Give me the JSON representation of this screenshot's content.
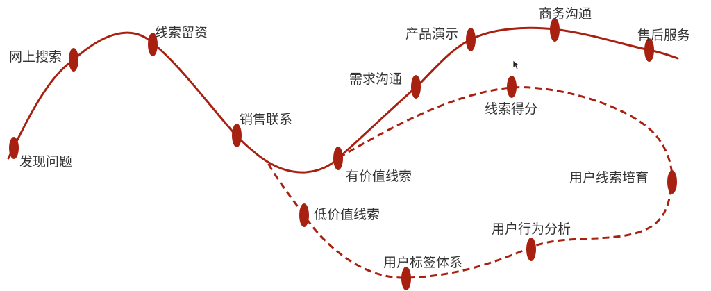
{
  "colors": {
    "curve": "#a8200f",
    "node": "#a8200f",
    "text": "#333333",
    "background": "#ffffff"
  },
  "main_path": {
    "style": "solid",
    "stages": [
      {
        "id": "discover",
        "label": "发现问题"
      },
      {
        "id": "search",
        "label": "网上搜索"
      },
      {
        "id": "leave-info",
        "label": "线索留资"
      },
      {
        "id": "sales-contact",
        "label": "销售联系"
      },
      {
        "id": "valuable-lead",
        "label": "有价值线索"
      },
      {
        "id": "needs-talk",
        "label": "需求沟通"
      },
      {
        "id": "product-demo",
        "label": "产品演示"
      },
      {
        "id": "business-talk",
        "label": "商务沟通"
      },
      {
        "id": "after-sales",
        "label": "售后服务"
      }
    ]
  },
  "nurture_path": {
    "style": "dashed",
    "stages": [
      {
        "id": "low-value-lead",
        "label": "低价值线索"
      },
      {
        "id": "tag-system",
        "label": "用户标签体系"
      },
      {
        "id": "behavior-analysis",
        "label": "用户行为分析"
      },
      {
        "id": "lead-nurture",
        "label": "用户线索培育"
      },
      {
        "id": "lead-scoring",
        "label": "线索得分"
      }
    ]
  },
  "cursor": {
    "icon": "mouse-pointer-icon"
  }
}
